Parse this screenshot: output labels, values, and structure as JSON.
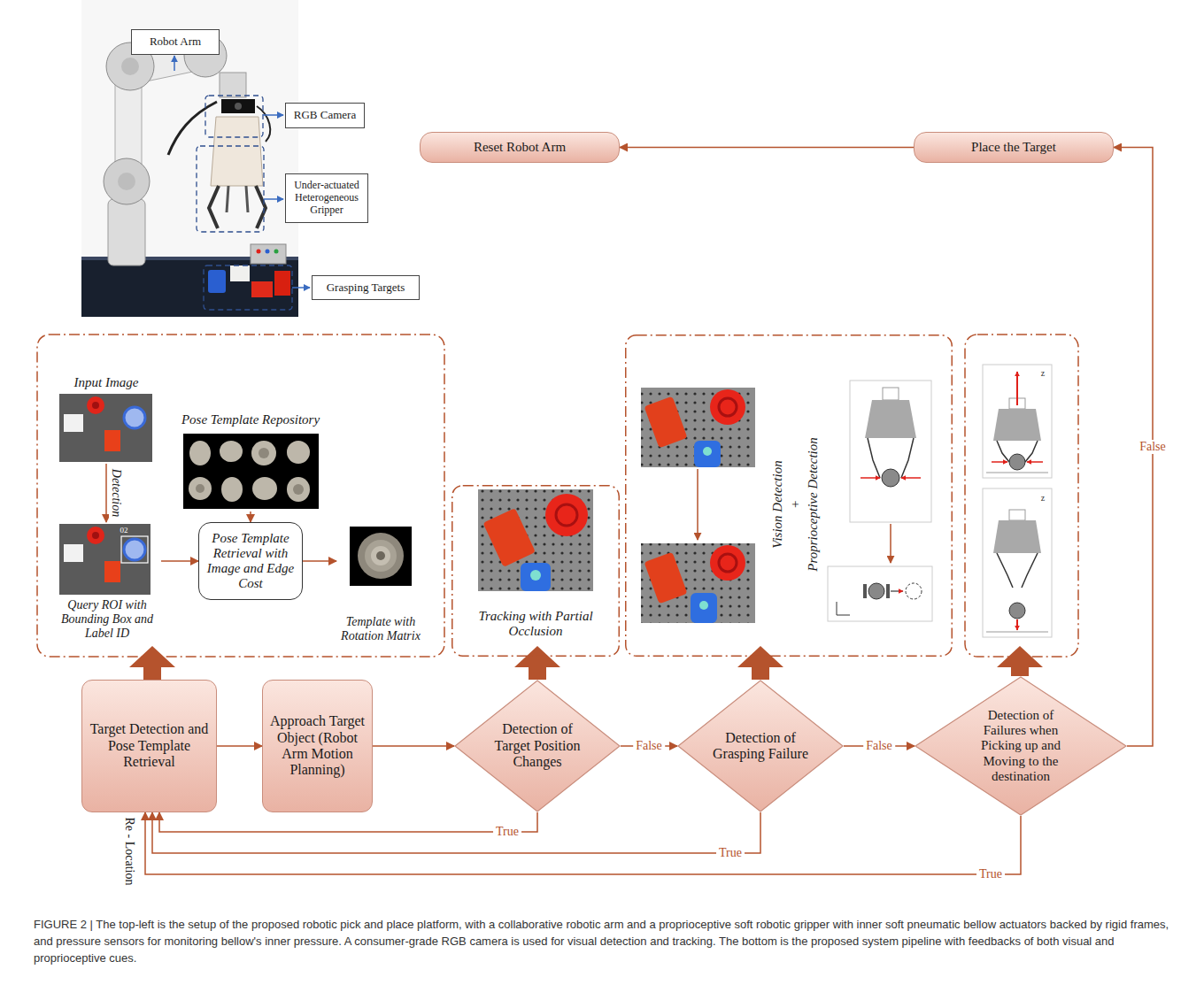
{
  "diagram": {
    "caption": "FIGURE 2 | The top-left is the setup of the proposed robotic pick and place platform, with a collaborative robotic arm and a proprioceptive soft robotic gripper with inner soft pneumatic bellow actuators backed by rigid frames, and pressure sensors for monitoring bellow's inner pressure. A consumer-grade RGB camera is used for visual detection and tracking. The bottom is the proposed system pipeline with feedbacks of both visual and proprioceptive cues.",
    "nodes": [
      {
        "text": [
          "Robot Arm"
        ]
      },
      {
        "text": [
          "RGB Camera"
        ]
      },
      {
        "text": [
          "Under-actuated Heterogeneous Gripper"
        ]
      },
      {
        "text": [
          "Grasping Targets"
        ]
      },
      {
        "text": [
          "Reset Robot Arm"
        ]
      },
      {
        "text": [
          "Place the Target"
        ]
      },
      {
        "text": [
          "Input Image"
        ]
      },
      {
        "text": [
          "Pose Template Repository"
        ]
      },
      {
        "text": [
          "Query ROI with Bounding Box and Label ID"
        ]
      },
      {
        "text": [
          "Pose Template Retrieval with Image and Edge Cost"
        ]
      },
      {
        "text": [
          "Template with Rotation Matrix"
        ]
      },
      {
        "text": [
          "Tracking with Partial Occlusion"
        ]
      },
      {
        "text": [
          "Vision Detection",
          "+",
          "Proprioceptive Detection"
        ]
      },
      {
        "text": [
          "Target Detection and Pose Template Retrieval"
        ]
      },
      {
        "text": [
          "Approach Target Object (Robot Arm Motion Planning)"
        ]
      },
      {
        "text": [
          "Detection of Target Position Changes"
        ]
      },
      {
        "text": [
          "Detection of Grasping Failure"
        ]
      },
      {
        "text": [
          "Detection of Failures when Picking up and Moving to the destination"
        ]
      }
    ],
    "edges": [
      {
        "from": 6,
        "to": 8,
        "label": "Detection",
        "arrow": "to"
      },
      {
        "from": 7,
        "to": 9,
        "arrow": "to"
      },
      {
        "from": 8,
        "to": 9,
        "arrow": "to"
      },
      {
        "from": 9,
        "to": 10,
        "arrow": "to"
      },
      {
        "from": 13,
        "to": 14,
        "arrow": "to"
      },
      {
        "from": 14,
        "to": 15,
        "arrow": "to"
      },
      {
        "from": 15,
        "to": 16,
        "label": "False",
        "arrow": "to"
      },
      {
        "from": 16,
        "to": 17,
        "label": "False",
        "arrow": "to"
      },
      {
        "from": 17,
        "to": 5,
        "label": "False",
        "arrow": "to"
      },
      {
        "from": 5,
        "to": 4,
        "arrow": "to"
      },
      {
        "from": 15,
        "to": 13,
        "label": "True",
        "arrow": "to"
      },
      {
        "from": 16,
        "to": 13,
        "label": "True",
        "arrow": "to"
      },
      {
        "from": 17,
        "to": 13,
        "label": "True",
        "arrow": "to"
      },
      {
        "from": 15,
        "to": 11,
        "arrow": "to"
      },
      {
        "from": 16,
        "to": 12,
        "arrow": "to"
      }
    ],
    "labels": [
      "02",
      "Re - Location",
      "z",
      "z"
    ]
  }
}
